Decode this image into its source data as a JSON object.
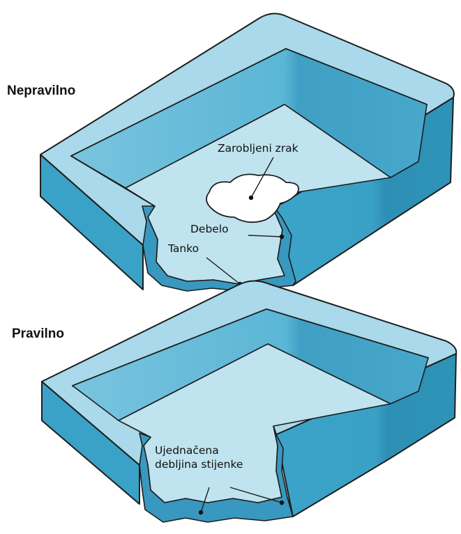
{
  "figure": {
    "panels": [
      {
        "id": "incorrect",
        "heading": "Nepravilno",
        "callouts": {
          "trapped_air": "Zarobljeni zrak",
          "thick": "Debelo",
          "thin": "Tanko"
        }
      },
      {
        "id": "correct",
        "heading": "Pravilno",
        "callouts": {
          "uniform_line1": "Ujednačena",
          "uniform_line2": "debljina stijenke"
        }
      }
    ],
    "colors": {
      "tray_side": "#3ba3c8",
      "tray_side_shade": "#2e8fb4",
      "tray_rim": "#a9d9ea",
      "tray_wall_inner": "#5bb6d6",
      "tray_floor": "#bfe3ef",
      "outline": "#1d1d1d",
      "trapped_air": "#ffffff"
    }
  }
}
